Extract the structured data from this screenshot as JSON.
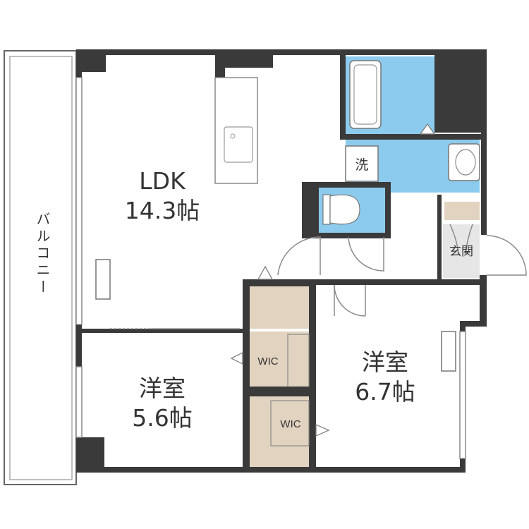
{
  "rooms": {
    "ldk": {
      "name": "LDK",
      "size": "14.3帖"
    },
    "bedroom_west": {
      "name": "洋室",
      "size": "5.6帖"
    },
    "bedroom_east": {
      "name": "洋室",
      "size": "6.7帖"
    },
    "wic_1": {
      "name": "WIC"
    },
    "wic_2": {
      "name": "WIC"
    },
    "entrance": {
      "name": "玄関"
    },
    "washroom": {
      "name": "洗"
    },
    "balcony": {
      "name": "バルコニー"
    }
  },
  "colors": {
    "wall": "#3a3a3a",
    "wet_area": "#8ccbed",
    "storage": "#e2d3c0",
    "entrance_floor": "#e6e6e6"
  }
}
